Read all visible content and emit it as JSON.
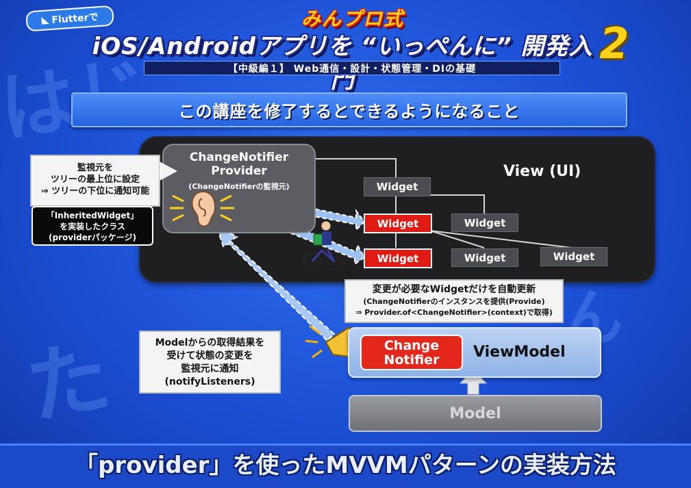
{
  "header": {
    "brand_badge": "Flutterで",
    "brand_logo": "みんプロ式",
    "course_title": "iOS/Androidアプリを “いっぺんに” 開発入門",
    "course_number": "2",
    "subtitle": "【中級編１】 Web通信・設計・状態管理・DIの基礎"
  },
  "section_banner": "この講座を修了するとできるようになること",
  "diagram": {
    "view_label": "View (UI)",
    "provider": {
      "title_line1": "ChangeNotifier",
      "title_line2": "Provider",
      "subtitle": "(ChangeNotifierの監視元)"
    },
    "widgets": {
      "top": "Widget",
      "red_1": "Widget",
      "gray_1": "Widget",
      "red_2": "Widget",
      "gray_2": "Widget",
      "gray_3": "Widget"
    },
    "callout_top": {
      "line1": "監視元を",
      "line2": "ツリーの最上位に設定",
      "line3": "⇒ ツリーの下位に通知可能"
    },
    "inherited": {
      "line1": "「InheritedWidget」",
      "line2": "を実装したクラス",
      "line3": "(providerパッケージ)"
    },
    "update_box": {
      "line1": "変更が必要なWidgetだけを自動更新",
      "line2": "(ChangeNotifierのインスタンスを提供(Provide)",
      "line3": "⇒ Provider.of<ChangeNotifier>(context)で取得)"
    },
    "model_callout": {
      "line1": "Modelからの取得結果を",
      "line2": "受けて状態の変更を",
      "line3": "監視元に通知",
      "line4": "(notifyListeners)"
    },
    "change_notifier": {
      "line1": "Change",
      "line2": "Notifier"
    },
    "viewmodel_label": "ViewModel",
    "model_label": "Model"
  },
  "footer": "「provider」を使ったMVVMパターンの実装方法",
  "colors": {
    "background": "#1c4fd4",
    "view_panel": "#1f1f22",
    "widget_gray": "#4a4c52",
    "widget_red": "#e01b13",
    "accent_yellow": "#ffd21a"
  }
}
